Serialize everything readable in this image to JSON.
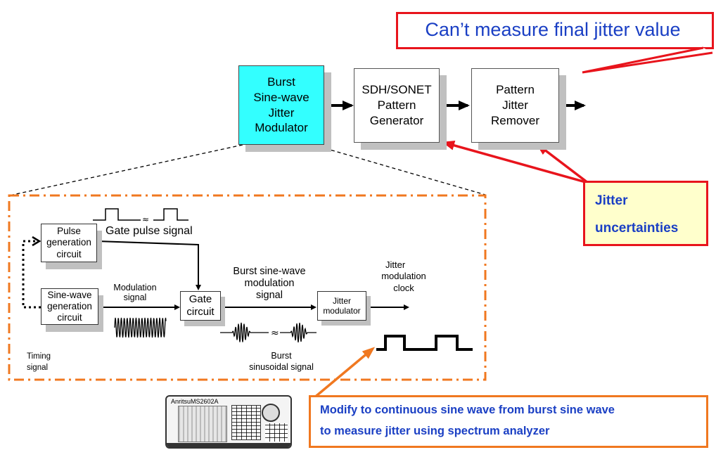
{
  "callout_top": {
    "text": "Can’t measure final jitter value"
  },
  "chain": {
    "modulator": [
      "Burst",
      "Sine-wave",
      "Jitter",
      "Modulator"
    ],
    "generator": [
      "SDH/SONET",
      "Pattern",
      "Generator"
    ],
    "remover": [
      "Pattern",
      "Jitter",
      "Remover"
    ]
  },
  "jitter_callout": {
    "line1": "Jitter",
    "line2": "uncertainties"
  },
  "detail": {
    "pulse_box": [
      "Pulse",
      "generation",
      "circuit"
    ],
    "sine_box": [
      "Sine-wave",
      "generation",
      "circuit"
    ],
    "gate_box": [
      "Gate",
      "circuit"
    ],
    "jitter_mod_box": [
      "Jitter",
      "modulator"
    ],
    "gate_pulse_label": "Gate pulse signal",
    "modulation_label": [
      "Modulation",
      "signal"
    ],
    "burst_label": [
      "Burst sine-wave",
      "modulation",
      "signal"
    ],
    "clock_label": [
      "Jitter",
      "modulation",
      "clock"
    ],
    "timing_label": [
      "Timing",
      "signal"
    ],
    "burst_sin_label": [
      "Burst",
      "sinusoidal signal"
    ]
  },
  "bottom_callout": {
    "line1": "Modify to continuous sine wave from burst sine wave",
    "line2": "to measure jitter using spectrum analyzer"
  },
  "analyzer": {
    "brand": "Anritsu",
    "model": "MS2602A"
  },
  "colors": {
    "red": "#e8141c",
    "blue": "#1a3fc4",
    "orange": "#f07820",
    "cyan": "#33ffff",
    "yellow": "#ffffcc"
  }
}
